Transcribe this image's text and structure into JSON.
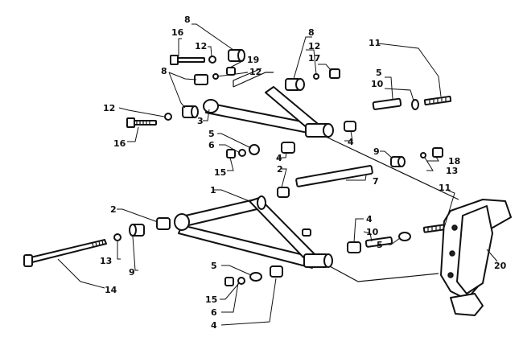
{
  "callouts": [
    {
      "id": "c1",
      "text": "8"
    },
    {
      "id": "c2",
      "text": "16"
    },
    {
      "id": "c3",
      "text": "12"
    },
    {
      "id": "c4",
      "text": "8"
    },
    {
      "id": "c5",
      "text": "19"
    },
    {
      "id": "c6",
      "text": "12"
    },
    {
      "id": "c7",
      "text": "8"
    },
    {
      "id": "c8",
      "text": "12"
    },
    {
      "id": "c9",
      "text": "17"
    },
    {
      "id": "c10",
      "text": "11"
    },
    {
      "id": "c11",
      "text": "5"
    },
    {
      "id": "c12",
      "text": "10"
    },
    {
      "id": "c13",
      "text": "12"
    },
    {
      "id": "c14",
      "text": "3"
    },
    {
      "id": "c15",
      "text": "16"
    },
    {
      "id": "c16",
      "text": "4"
    },
    {
      "id": "c17",
      "text": "5"
    },
    {
      "id": "c18",
      "text": "6"
    },
    {
      "id": "c19",
      "text": "4"
    },
    {
      "id": "c20",
      "text": "15"
    },
    {
      "id": "c21",
      "text": "9"
    },
    {
      "id": "c22",
      "text": "18"
    },
    {
      "id": "c23",
      "text": "13"
    },
    {
      "id": "c24",
      "text": "2"
    },
    {
      "id": "c25",
      "text": "7"
    },
    {
      "id": "c26",
      "text": "1"
    },
    {
      "id": "c27",
      "text": "11"
    },
    {
      "id": "c28",
      "text": "2"
    },
    {
      "id": "c29",
      "text": "4"
    },
    {
      "id": "c30",
      "text": "10"
    },
    {
      "id": "c31",
      "text": "5"
    },
    {
      "id": "c32",
      "text": "13"
    },
    {
      "id": "c33",
      "text": "9"
    },
    {
      "id": "c34",
      "text": "20"
    },
    {
      "id": "c35",
      "text": "14"
    },
    {
      "id": "c36",
      "text": "5"
    },
    {
      "id": "c37",
      "text": "15"
    },
    {
      "id": "c38",
      "text": "6"
    },
    {
      "id": "c39",
      "text": "4"
    }
  ]
}
